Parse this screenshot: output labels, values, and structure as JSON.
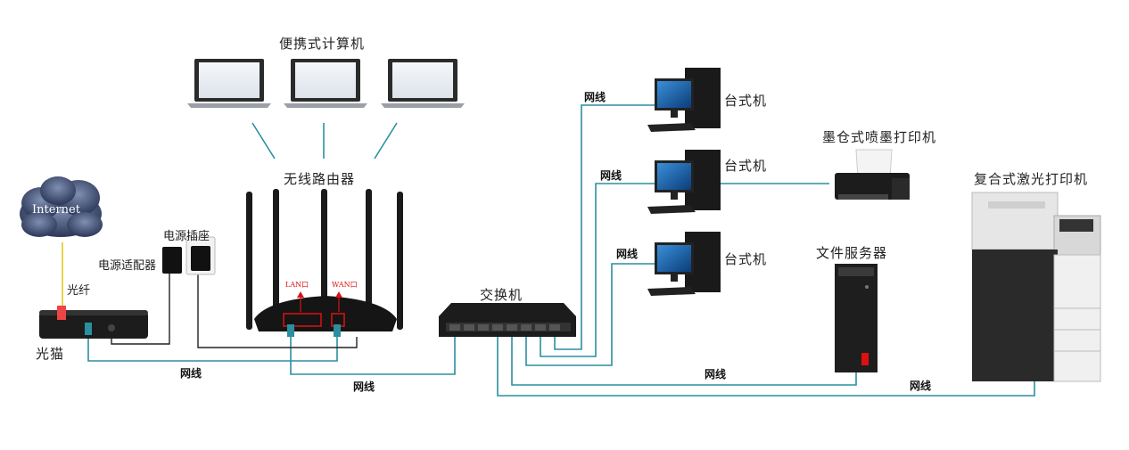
{
  "labels": {
    "laptops": "便携式计算机",
    "router": "无线路由器",
    "internet": "Internet",
    "power_outlet": "电源插座",
    "power_adapter": "电源适配器",
    "fiber": "光纤",
    "modem": "光猫",
    "switch": "交换机",
    "desktop1": "台式机",
    "desktop2": "台式机",
    "desktop3": "台式机",
    "inkjet_printer": "墨仓式喷墨打印机",
    "laser_printer": "复合式激光打印机",
    "file_server": "文件服务器",
    "lan_port": "LAN口",
    "wan_port": "WAN口"
  },
  "cable_labels": {
    "desk1": "网线",
    "desk2": "网线",
    "desk3": "网线",
    "modem_router": "网线",
    "router_switch": "网线",
    "server": "网线",
    "printer": "网线"
  },
  "colors": {
    "cable": "#2a8fa0",
    "fiber": "#e8d44d",
    "port_highlight": "#d11",
    "cloud": "#3d4a6a"
  }
}
